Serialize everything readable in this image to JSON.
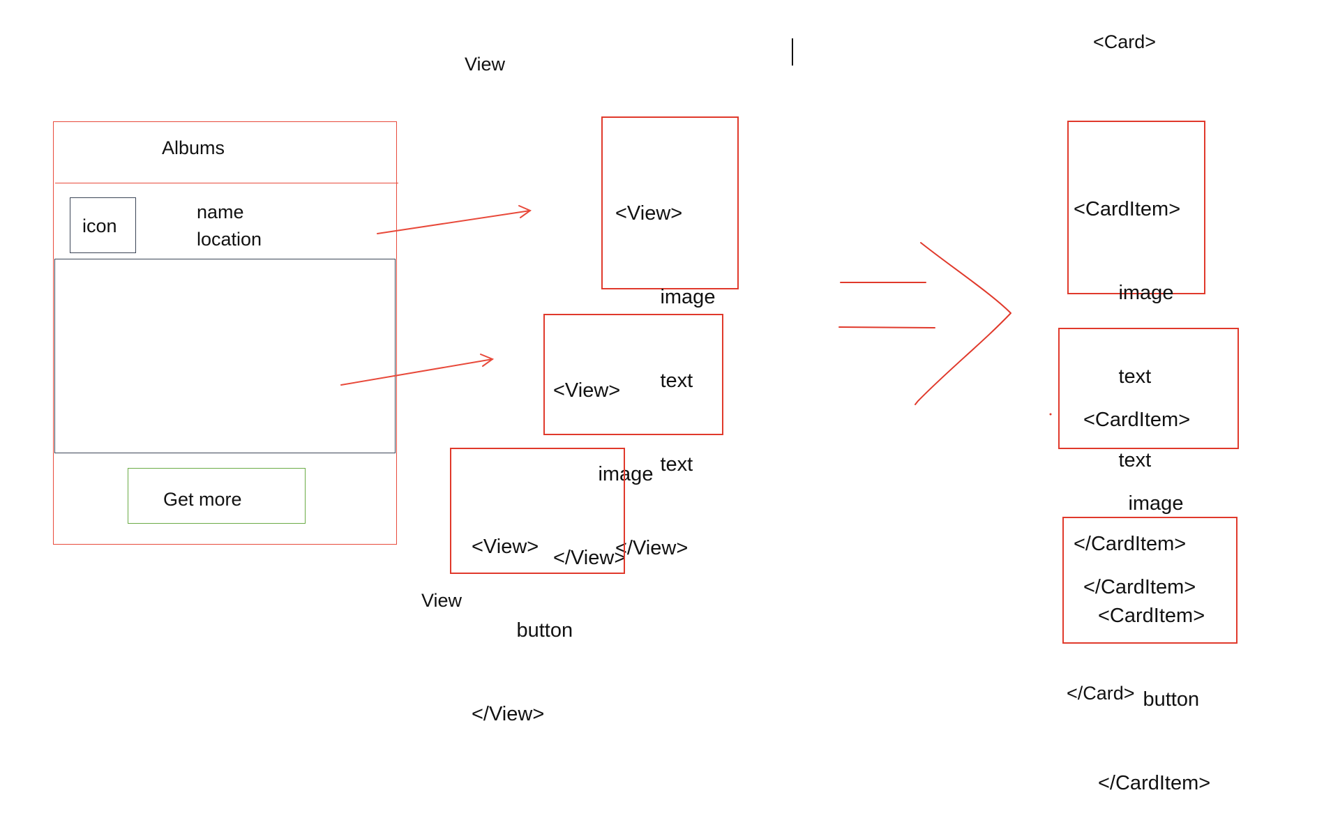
{
  "mockup": {
    "header_title": "Albums",
    "icon_label": "icon",
    "name_label": "name",
    "location_label": "location",
    "button_label": "Get more"
  },
  "labels": {
    "view_top": "View",
    "view_bottom": "View",
    "card_open": "<Card>",
    "card_close": "</Card>"
  },
  "view_boxes": [
    {
      "lines": [
        "<View>",
        "        image",
        "        text",
        "        text",
        "</View>"
      ]
    },
    {
      "lines": [
        "<View>",
        "        image",
        "</View>"
      ]
    },
    {
      "lines": [
        "<View>",
        "        button",
        "</View>"
      ]
    }
  ],
  "carditem_boxes": [
    {
      "lines": [
        "<CardItem>",
        "        image",
        "        text",
        "        text",
        "</CardItem>"
      ]
    },
    {
      "lines": [
        "<CardItem>",
        "        image",
        "</CardItem>"
      ]
    },
    {
      "lines": [
        "<CardItem>",
        "        button",
        "</CardItem>"
      ]
    }
  ],
  "colors": {
    "annotation_red": "#e0392b",
    "button_green": "#6aab45",
    "mockup_dark": "#3a4456"
  }
}
